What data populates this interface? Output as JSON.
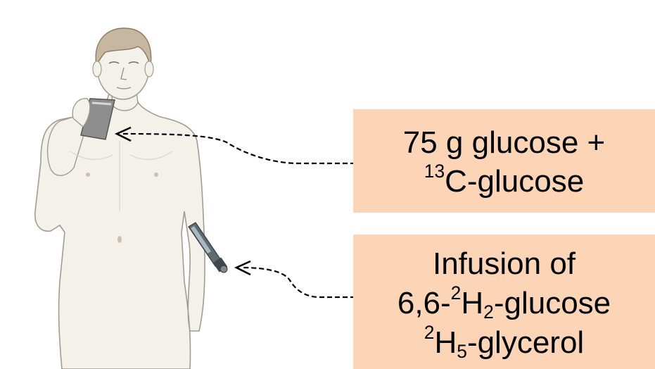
{
  "figure": {
    "oral_box": {
      "line1": "75 g glucose +",
      "line2_sup": "13",
      "line2_text": "C-glucose"
    },
    "infusion_box": {
      "line1": "Infusion of",
      "line2_prefix": "6,6-",
      "line2_sup": "2",
      "line2_h": "H",
      "line2_sub": "2",
      "line2_suffix": "-glucose",
      "line3_sup": "2",
      "line3_h": "H",
      "line3_sub": "5",
      "line3_suffix": "-glycerol"
    },
    "colors": {
      "box_fill": "#FBD5B5",
      "skin": "#F4F1EA",
      "outline": "#8C8478",
      "arrow": "#000000"
    }
  }
}
